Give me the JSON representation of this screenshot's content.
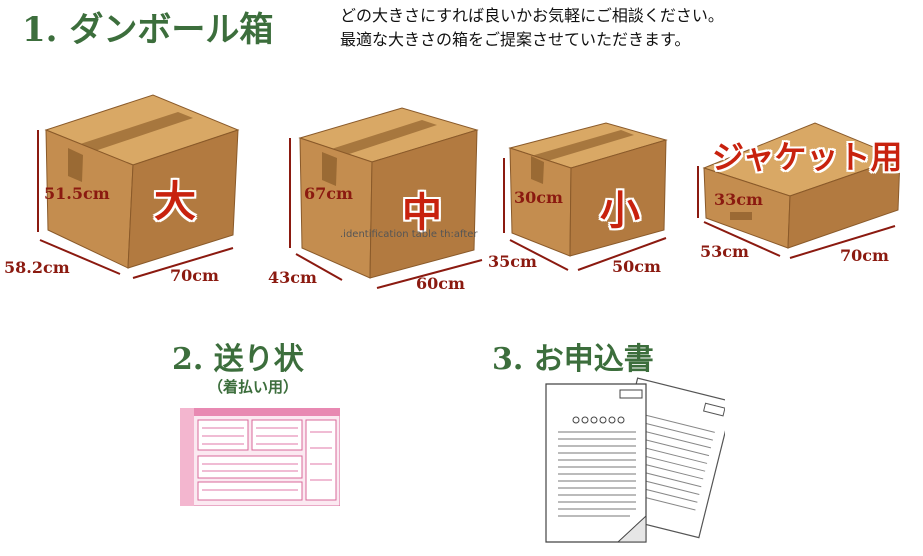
{
  "header": {
    "title1": "1. ダンボール箱",
    "intro_lines": [
      "どの大きさにすれば良いかお気軽にご相談ください。",
      "最適な大きさの箱をご提案させていただきます。"
    ]
  },
  "boxes": [
    {
      "size": "大",
      "height": "51.5cm",
      "depth": "58.2cm",
      "width": "70cm"
    },
    {
      "size": "中",
      "height": "67cm",
      "depth": "43cm",
      "width": "60cm"
    },
    {
      "size": "小",
      "height": "30cm",
      "depth": "35cm",
      "width": "50cm"
    },
    {
      "size": "ジャケット用",
      "height": "33cm",
      "depth": "53cm",
      "width": "70cm"
    }
  ],
  "note": ".identification table th:after",
  "section2": {
    "title": "2. 送り状",
    "subtitle": "（着払い用）"
  },
  "section3": {
    "title": "3. お申込書"
  },
  "colors": {
    "title_green": "#3c6e3c",
    "dimension_text": "#8b1a10",
    "size_label": "#c8220e",
    "cardboard_front": "#c48d4f",
    "cardboard_side": "#a8723c",
    "cardboard_top": "#d9a865",
    "tape": "#9a6a34"
  }
}
